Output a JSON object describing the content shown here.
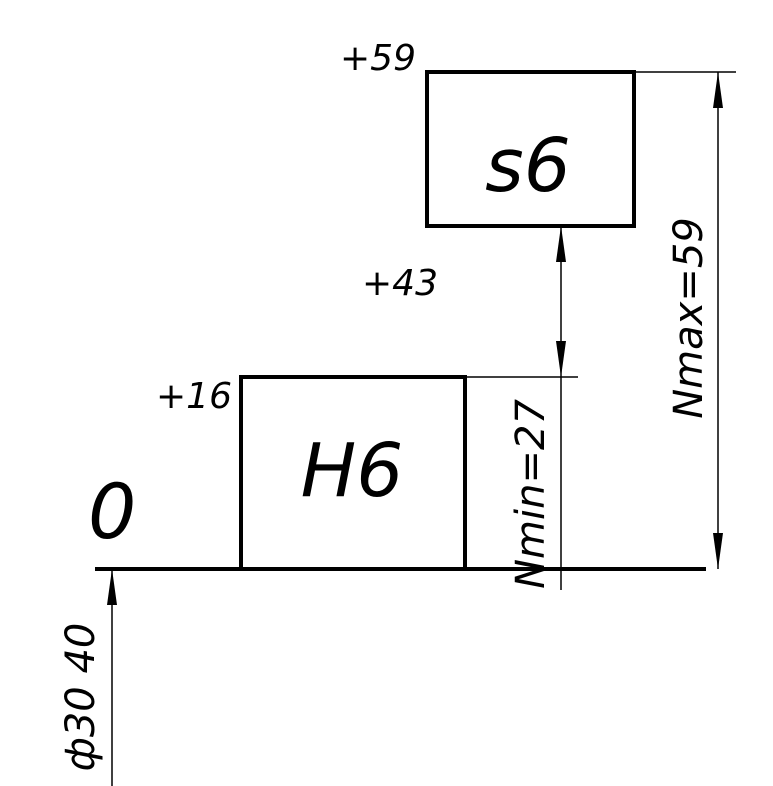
{
  "labels": {
    "s6_upper": "+59",
    "s6_lower": "+43",
    "h6_upper": "+16",
    "zero_line": "0",
    "hole_field": "H6",
    "shaft_field": "s6",
    "n_min": "Nmin=27",
    "n_max": "Nmax=59",
    "diameter": "ф30  40"
  },
  "colors": {
    "ink": "#000000",
    "paper": "#ffffff"
  }
}
